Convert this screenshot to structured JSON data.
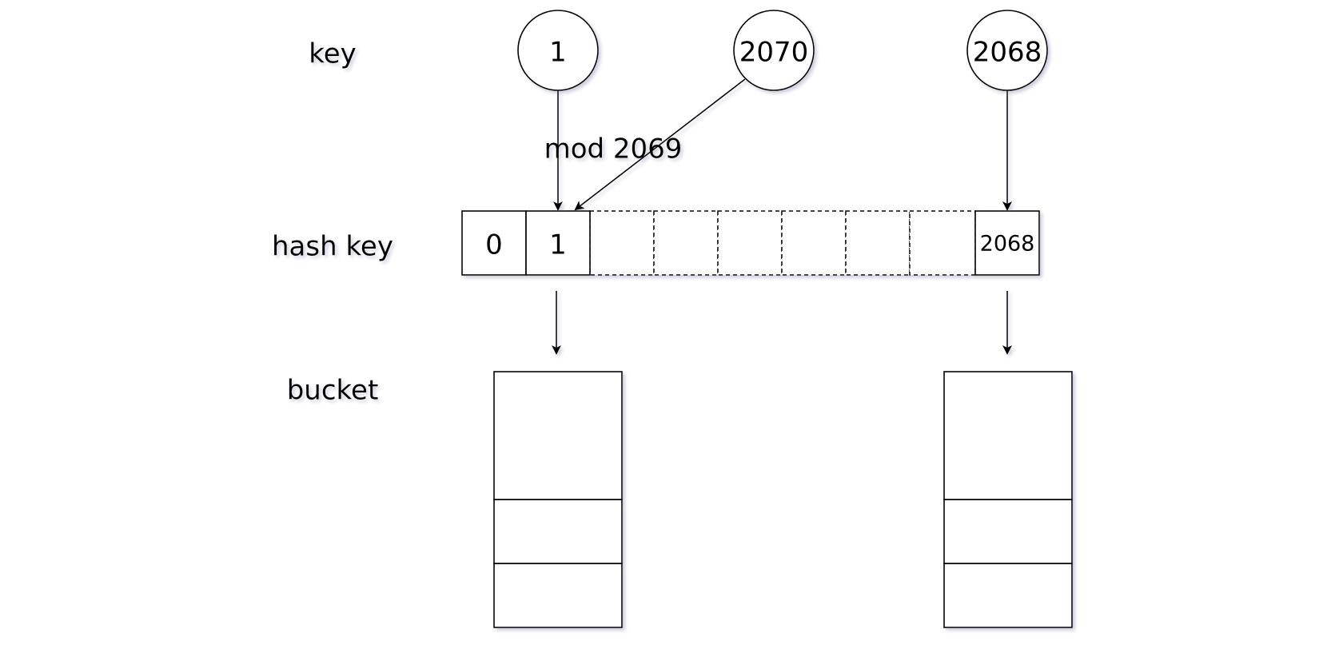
{
  "row_labels": {
    "key": "key",
    "hash_key": "hash key",
    "bucket": "bucket"
  },
  "keys": [
    "1",
    "2070",
    "2068"
  ],
  "hash_slots": [
    "0",
    "1",
    "",
    "",
    "",
    "",
    "",
    "",
    "2068"
  ],
  "edge_label": "mod 2069",
  "colors": {
    "stroke": "#000000",
    "fill": "#ffffff",
    "shadow": "#c8c8dc"
  }
}
